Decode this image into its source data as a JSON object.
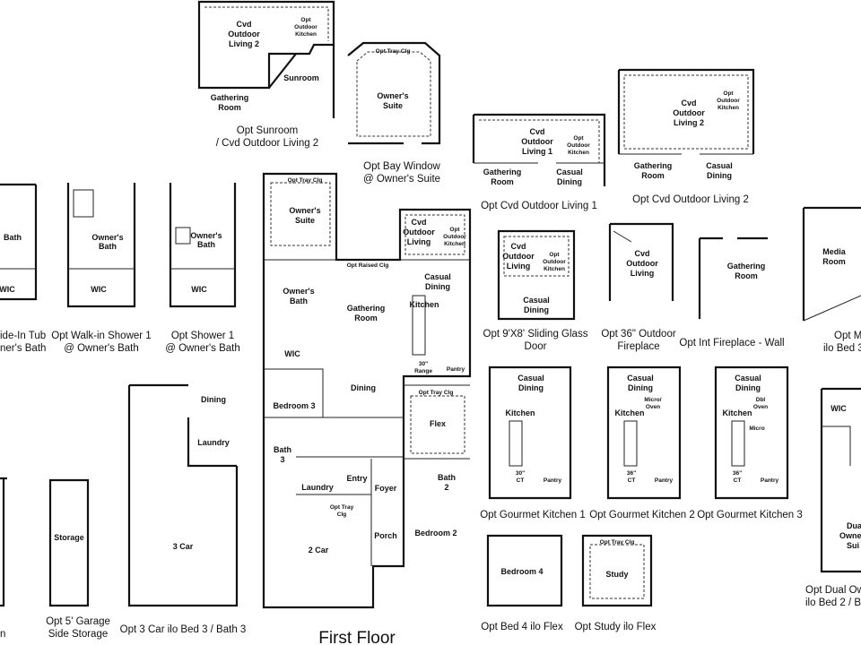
{
  "title": "First Floor",
  "captions": {
    "sunroom": "Opt Sunroom",
    "sunroom_2": "/ Cvd Outdoor Living 2",
    "bay": "Opt Bay Window",
    "bay_2": "@ Owner's Suite",
    "cvd1": "Opt Cvd Outdoor Living 1",
    "cvd2": "Opt Cvd Outdoor Living 2",
    "slide_tub": "ide-In Tub",
    "slide_tub_2": "ner's Bath",
    "walkin": "Opt Walk-in Shower 1",
    "walkin_2": "@ Owner's Bath",
    "shower1": "Opt Shower 1",
    "shower1_2": "@ Owner's Bath",
    "sliding": "Opt 9'X8' Sliding Glass",
    "sliding_2": "Door",
    "fireplace": "Opt 36\" Outdoor",
    "fireplace_2": "Fireplace",
    "int_fire": "Opt Int Fireplace - Wall",
    "media": "Opt M",
    "media_2": "ilo Bed 3",
    "garage5": "Opt 5' Garage",
    "garage5_2": "Side Storage",
    "car3": "Opt 3 Car ilo Bed 3 / Bath 3",
    "gk1": "Opt Gourmet Kitchen 1",
    "gk2": "Opt Gourmet Kitchen 2",
    "gk3": "Opt Gourmet Kitchen 3",
    "bed4": "Opt Bed 4 ilo Flex",
    "study": "Opt Study ilo Flex",
    "dual": "Opt Dual Ow",
    "dual_2": "ilo Bed 2 / Ba"
  },
  "rooms": {
    "cvd_outdoor_living_2": "Cvd",
    "cvd_outdoor_living_2b": "Outdoor",
    "cvd_outdoor_living_2c": "Living 2",
    "opt_outdoor_kitchen": "Opt",
    "opt_outdoor_kitchen_b": "Outdoor",
    "opt_outdoor_kitchen_c": "Kitchen",
    "sunroom": "Sunroom",
    "gathering": "Gathering",
    "gathering_b": "Room",
    "opt_tray_clg": "Opt Tray Clg",
    "owners": "Owner's",
    "owners_suite": "Suite",
    "cvd_outdoor_living_1": "Living 1",
    "casual": "Casual",
    "dining": "Dining",
    "owners_bath_b": "Bath",
    "wic": "WIC",
    "owners_bath": "Owner's",
    "opt_raised_clg": "Opt Raised Clg",
    "kitchen": "Kitchen",
    "range": "30\"",
    "range_b": "Range",
    "pantry": "Pantry",
    "bedroom3": "Bedroom 3",
    "flex": "Flex",
    "bath3": "Bath",
    "bath3_b": "3",
    "laundry": "Laundry",
    "entry": "Entry",
    "foyer": "Foyer",
    "bath2": "Bath",
    "bath2_b": "2",
    "opt_tray": "Opt Tray",
    "clg": "Clg",
    "porch": "Porch",
    "bedroom2": "Bedroom 2",
    "car2": "2 Car",
    "car3": "3 Car",
    "storage": "Storage",
    "cvd": "Cvd",
    "outdoor": "Outdoor",
    "living": "Living",
    "media": "Media",
    "media_b": "Room",
    "ct30": "30\"",
    "ct": "CT",
    "ct36": "36\"",
    "micro_oven": "Micro/",
    "oven": "Oven",
    "dbl": "Dbl",
    "dbl_oven": "Oven",
    "micro": "Micro",
    "bedroom4": "Bedroom 4",
    "study": "Study",
    "dual": "Dua",
    "dual_b": "Owne",
    "dual_c": "Sui"
  }
}
